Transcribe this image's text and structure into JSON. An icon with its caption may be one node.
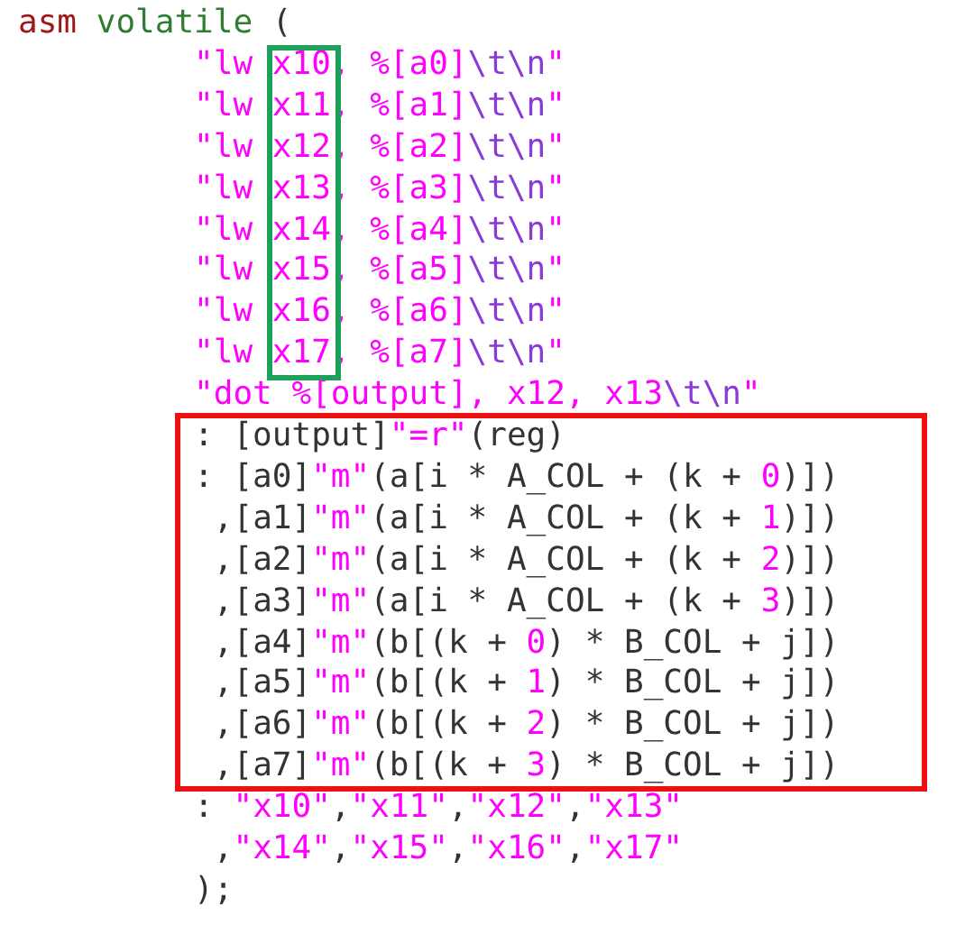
{
  "diagram": {
    "nodes": [
      {
        "text": [],
        "shape": "box"
      },
      {
        "text": [
          ": [output]\"=r\"(reg)",
          ": [a0]\"m\"(a[i * A_COL + (k + 0)])",
          ",[a1]\"m\"(a[i * A_COL + (k + 1)])",
          ",[a2]\"m\"(a[i * A_COL + (k + 2)])",
          ",[a3]\"m\"(a[i * A_COL + (k + 3)])",
          ",[a4]\"m\"(b[(k + 0) * B_COL + j])",
          ",[a5]\"m\"(b[(k + 1) * B_COL + j])",
          ",[a6]\"m\"(b[(k + 2) * B_COL + j])",
          ",[a7]\"m\"(b[(k + 3) * B_COL + j])"
        ]
      }
    ],
    "labels": [
      "asm volatile (",
      "\"lw x10, %[a0]\\t\\n\"",
      "\"lw x11, %[a1]\\t\\n\"",
      "\"lw x12, %[a2]\\t\\n\"",
      "\"lw x13, %[a3]\\t\\n\"",
      "\"lw x14, %[a4]\\t\\n\"",
      "\"lw x15, %[a5]\\t\\n\"",
      "\"lw x16, %[a6]\\t\\n\"",
      "\"lw x17, %[a7]\\t\\n\"",
      "\"dot %[output], x12, x13\\t\\n\"",
      ": \"x10\",\"x11\",\"x12\",\"x13\"",
      ",\"x14\",\"x15\",\"x16\",\"x17\"",
      ");"
    ]
  }
}
